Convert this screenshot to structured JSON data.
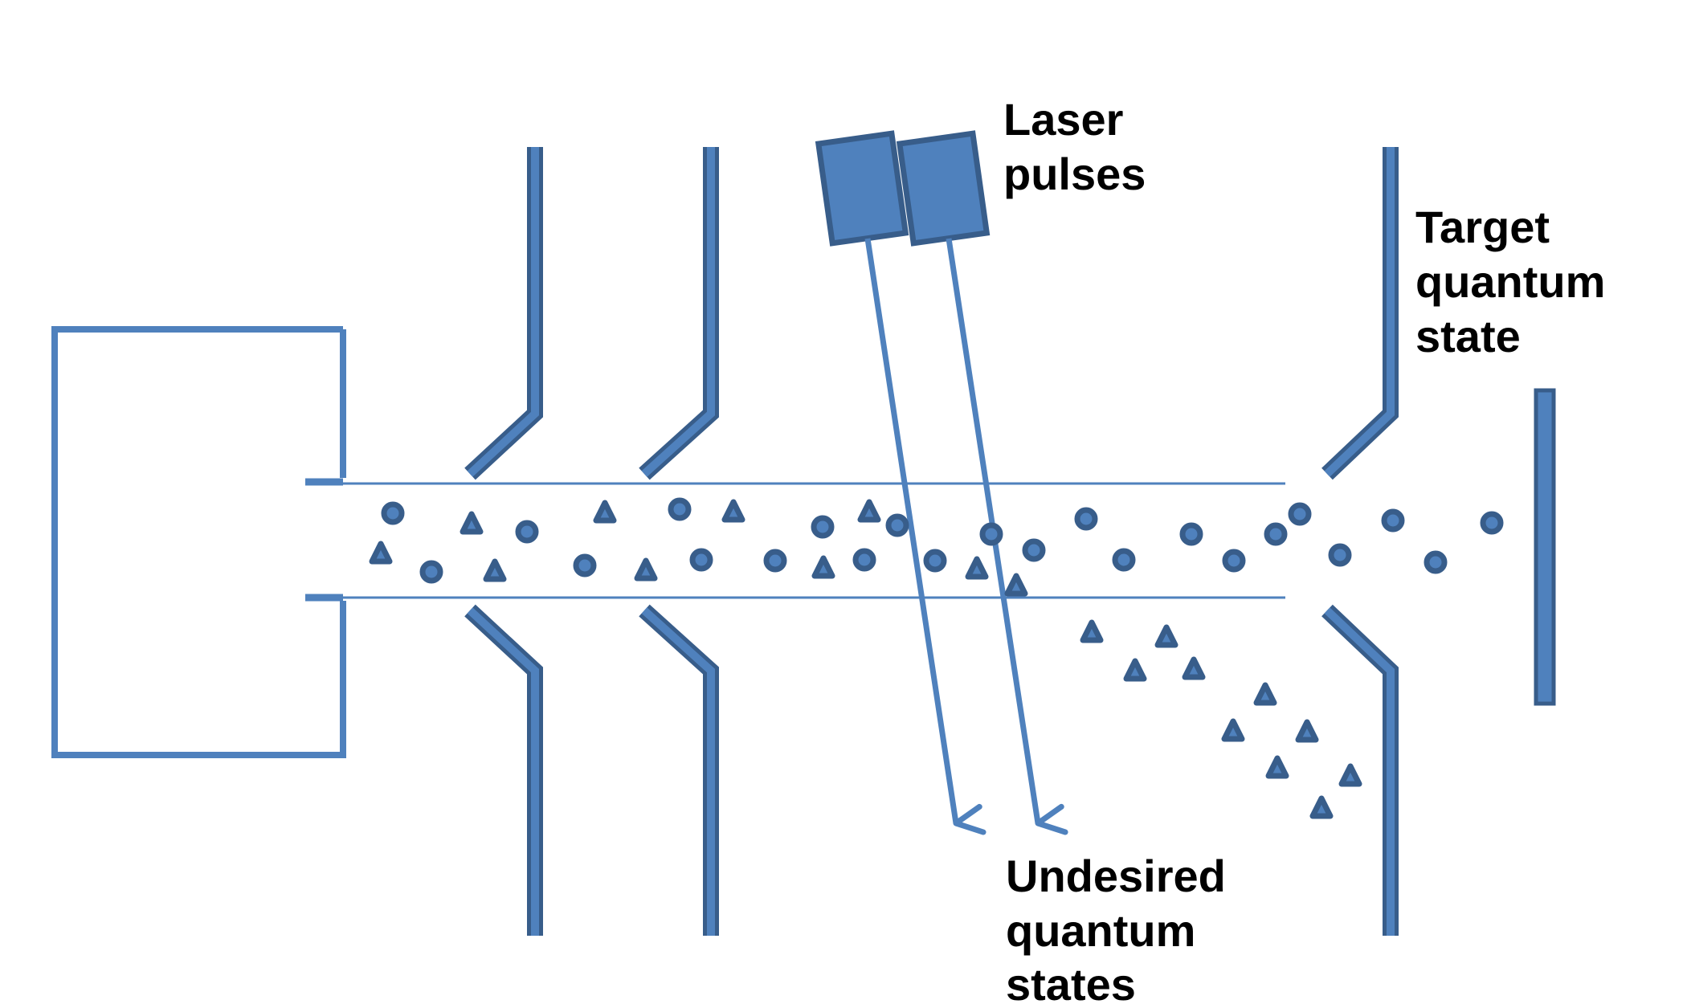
{
  "labels": {
    "laser": [
      "Laser",
      "pulses"
    ],
    "target": [
      "Target",
      "quantum",
      "state"
    ],
    "undesired": [
      "Undesired",
      "quantum",
      "states"
    ]
  },
  "colors": {
    "line": "#4f81bd",
    "fill": "#4f81bd",
    "stroke": "#385d8a",
    "text": "#000000",
    "background": "#ffffff"
  },
  "particle_types": [
    "circle",
    "triangle"
  ]
}
